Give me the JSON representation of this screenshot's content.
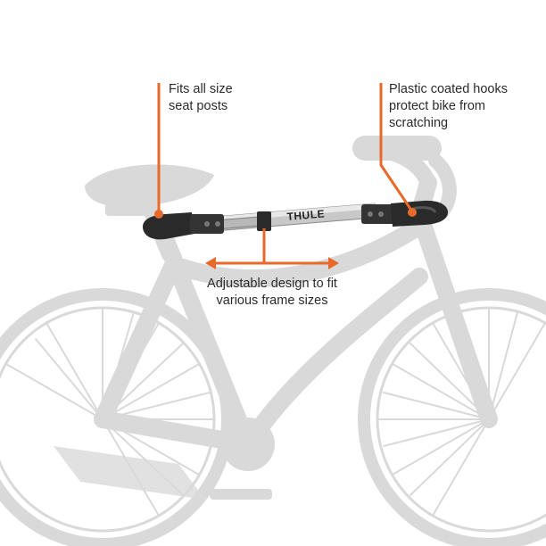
{
  "annotations": {
    "seat_posts": {
      "lines": [
        "Fits all size",
        "seat posts"
      ]
    },
    "hooks": {
      "lines": [
        "Plastic coated hooks",
        "protect bike from",
        "scratching"
      ]
    },
    "adjustable": {
      "lines": [
        "Adjustable design to fit",
        "various frame sizes"
      ]
    }
  },
  "product": {
    "brand": "THULE"
  },
  "colors": {
    "accent": "#e8692a",
    "bike_silhouette": "#d9d9d9",
    "bar_dark": "#2a2a2a",
    "bar_silver": "#c8c8c8"
  },
  "icons": [
    "bicycle-silhouette",
    "frame-adapter-bar",
    "double-headed-arrow"
  ]
}
